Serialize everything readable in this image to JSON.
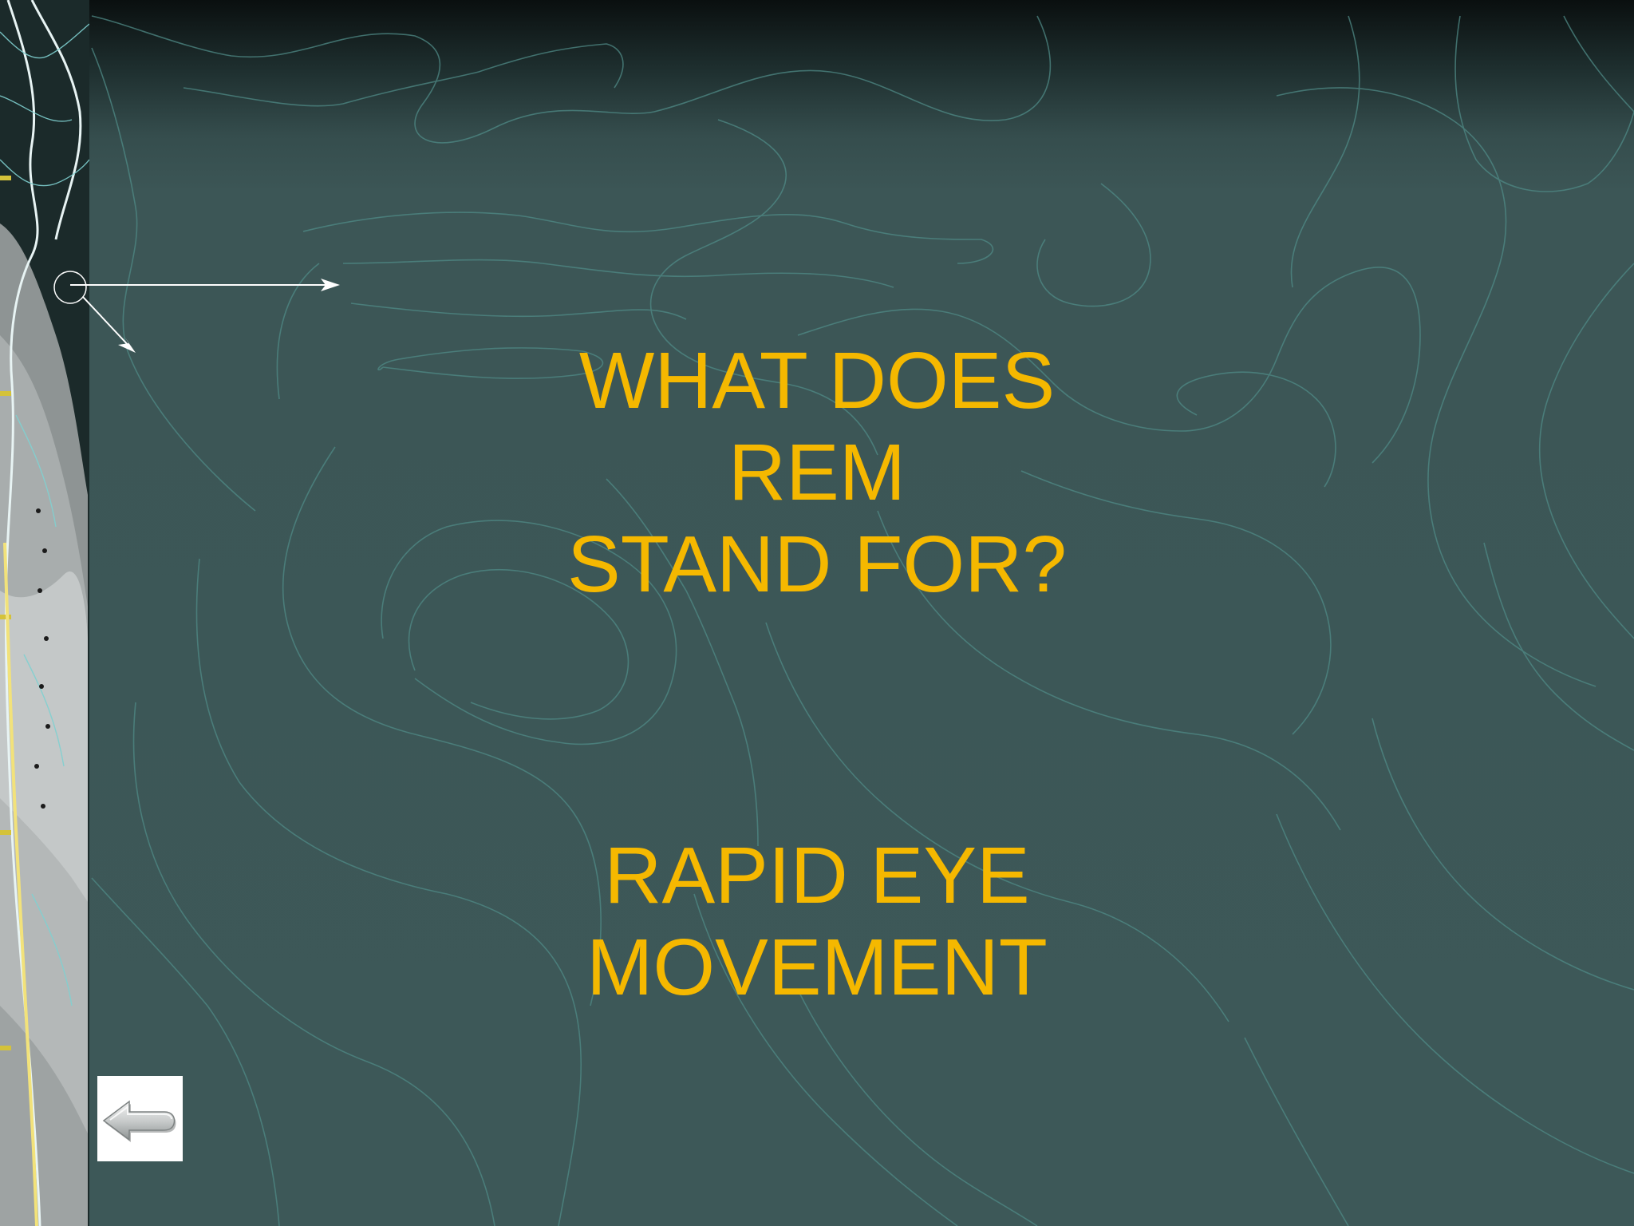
{
  "slide": {
    "question_lines": [
      "WHAT DOES",
      "REM",
      "STAND FOR?"
    ],
    "answer_lines": [
      "RAPID EYE",
      "MOVEMENT"
    ]
  },
  "navigation": {
    "back_icon": "left-arrow-icon"
  },
  "colors": {
    "background": "#3d5858",
    "text": "#f5b800",
    "contour": "#4f8a86"
  }
}
